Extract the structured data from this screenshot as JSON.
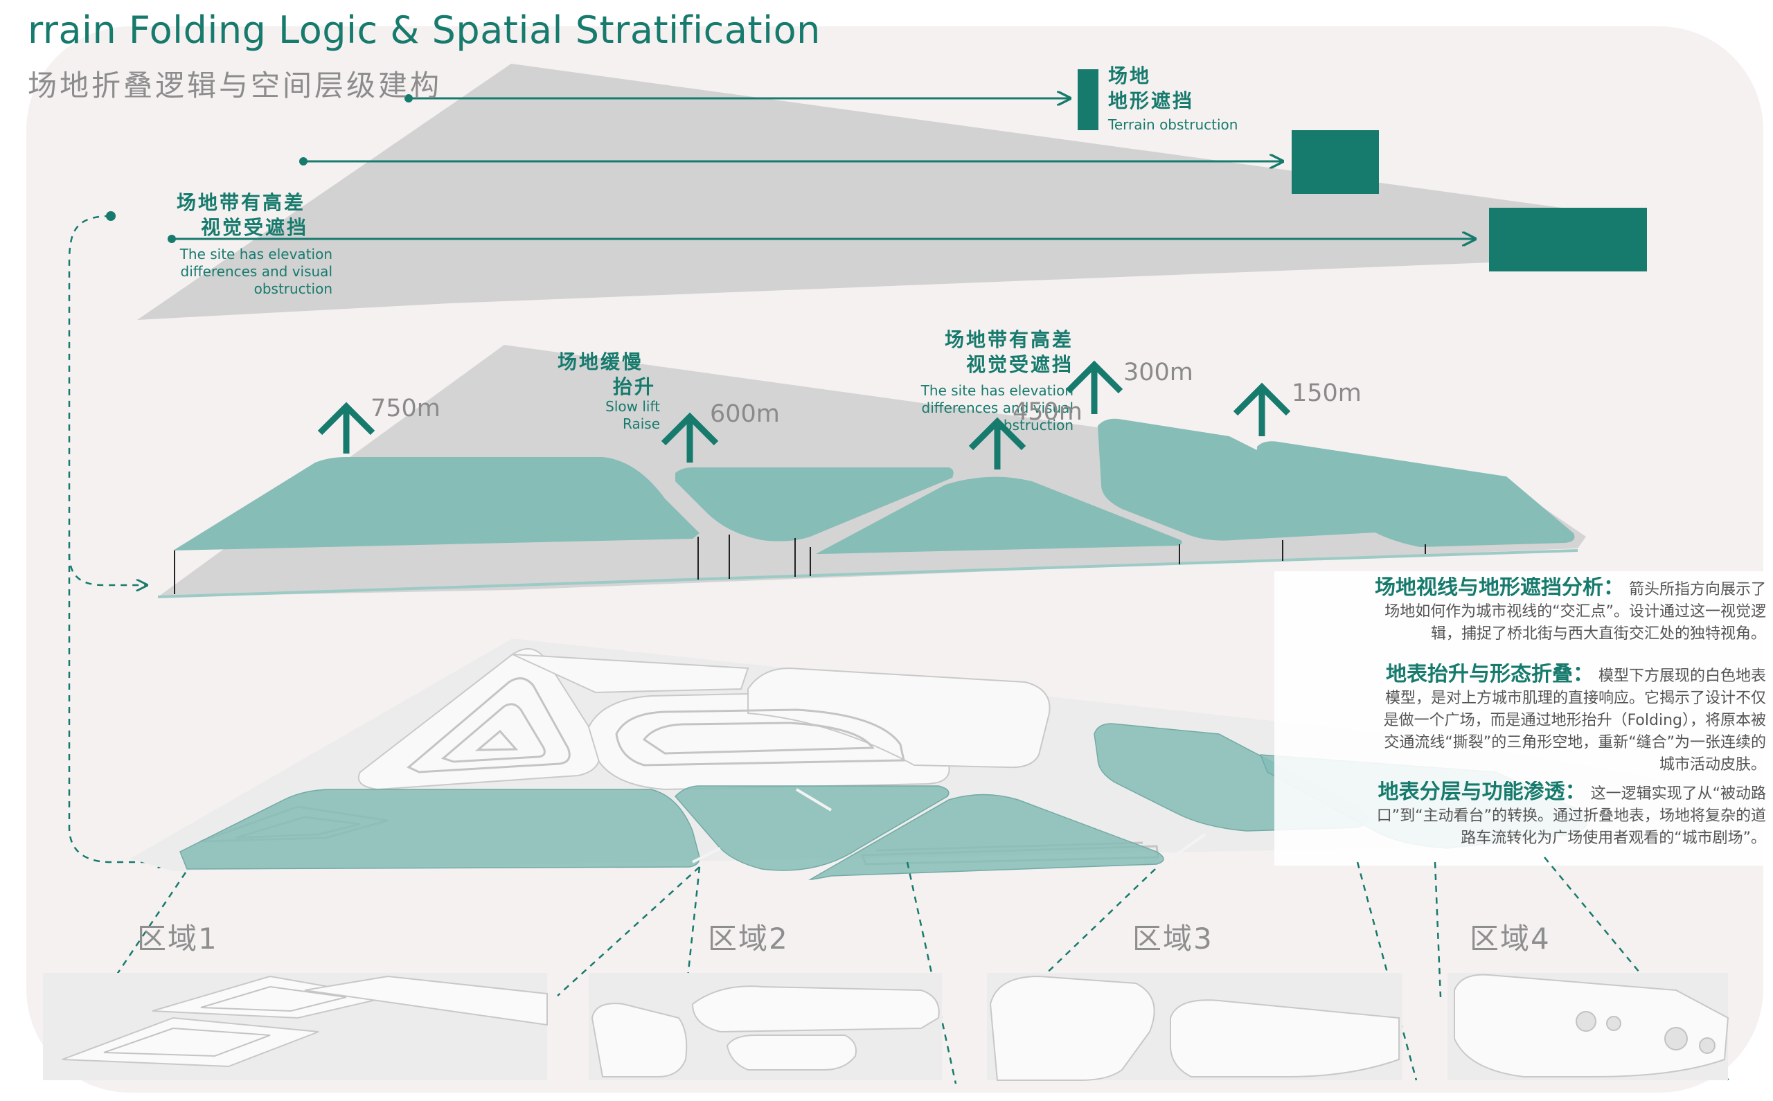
{
  "title": {
    "en": "rrain Folding Logic & Spatial Stratification",
    "cn": "场地折叠逻辑与空间层级建构"
  },
  "colors": {
    "teal_dark": "#167a6d",
    "teal_light": "#86bdb7",
    "gray_plane": "#d4d4d4",
    "background": "#f6f1f1"
  },
  "top_layer": {
    "terrain_label_cn_1": "场地",
    "terrain_label_cn_2": "地形遮挡",
    "terrain_label_en": "Terrain obstruction",
    "left_label_cn_1": "场地带有高差",
    "left_label_cn_2": "视觉受遮挡",
    "left_label_en_1": "The site has elevation",
    "left_label_en_2": "differences and visual",
    "left_label_en_3": "obstruction"
  },
  "middle_layer": {
    "slow_lift_cn_1": "场地缓慢",
    "slow_lift_cn_2": "抬升",
    "slow_lift_en_1": "Slow lift",
    "slow_lift_en_2": "Raise",
    "right_label_cn_1": "场地带有高差",
    "right_label_cn_2": "视觉受遮挡",
    "right_label_en_1": "The site has elevation",
    "right_label_en_2": "differences and visual",
    "right_label_en_3": "obstruction",
    "distances": [
      "750m",
      "600m",
      "450m",
      "300m",
      "150m"
    ]
  },
  "analysis": [
    {
      "heading": "场地视线与地形遮挡分析：",
      "line1": "箭头所指方向展示了",
      "line2": "场地如何作为城市视线的“交汇点”。设计通过这一视觉逻",
      "line3": "辑，捕捉了桥北街与西大直街交汇处的独特视角。"
    },
    {
      "heading": "地表抬升与形态折叠：",
      "line1": "模型下方展现的白色地表",
      "line2": "模型，是对上方城市肌理的直接响应。它揭示了设计不仅",
      "line3": "是做一个广场，而是通过地形抬升（Folding），将原本被",
      "line4": "交通流线“撕裂”的三角形空地，重新“缝合”为一张连续的",
      "line5": "城市活动皮肤。"
    },
    {
      "heading": "地表分层与功能渗透：",
      "line1": "这一逻辑实现了从“被动路",
      "line2": "口”到“主动看台”的转换。通过折叠地表，场地将复杂的道",
      "line3": "路车流转化为广场使用者观看的“城市剧场”。"
    }
  ],
  "zones": [
    "区域1",
    "区域2",
    "区域3",
    "区域4"
  ]
}
